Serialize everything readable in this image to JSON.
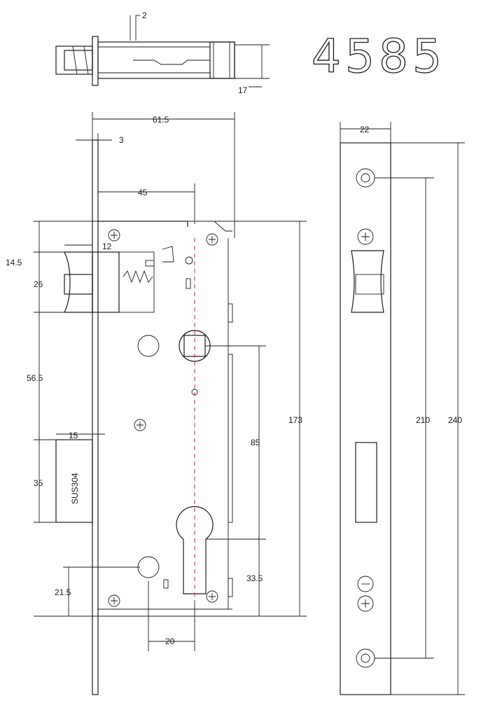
{
  "model_number": "4585",
  "material_mark": "SUS304",
  "dimensions": {
    "top_view": {
      "bolt_offset": "2",
      "depth": "17"
    },
    "side_view": {
      "overall_width": "61.5",
      "faceplate_thickness": "3",
      "backset": "45",
      "latch_projection": "12",
      "latch_offset": "14.5",
      "latch_height": "26",
      "latch_to_deadbolt": "56.5",
      "deadbolt_projection": "15",
      "deadbolt_height": "35",
      "cylinder_offset": "21.5",
      "cylinder_to_spindle": "20",
      "handle_to_cylinder": "85",
      "cylinder_to_bottom": "33.5",
      "case_height": "173"
    },
    "face_view": {
      "plate_width": "22",
      "hole_spacing": "210",
      "plate_length": "240"
    }
  }
}
